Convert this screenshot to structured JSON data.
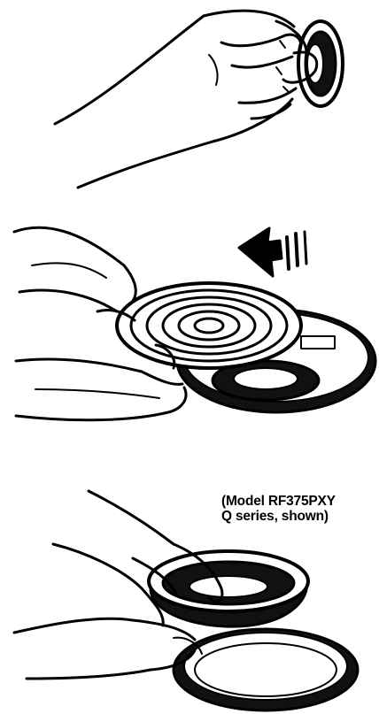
{
  "caption": {
    "line1": "(Model RF375PXY",
    "line2": "Q series, shown)"
  },
  "colors": {
    "ink": "#000000",
    "paper": "#ffffff"
  },
  "illustrations": [
    "hand-pulling-control-knob",
    "hands-lifting-coil-surface-unit",
    "hands-removing-drip-pan-and-trim-ring"
  ]
}
